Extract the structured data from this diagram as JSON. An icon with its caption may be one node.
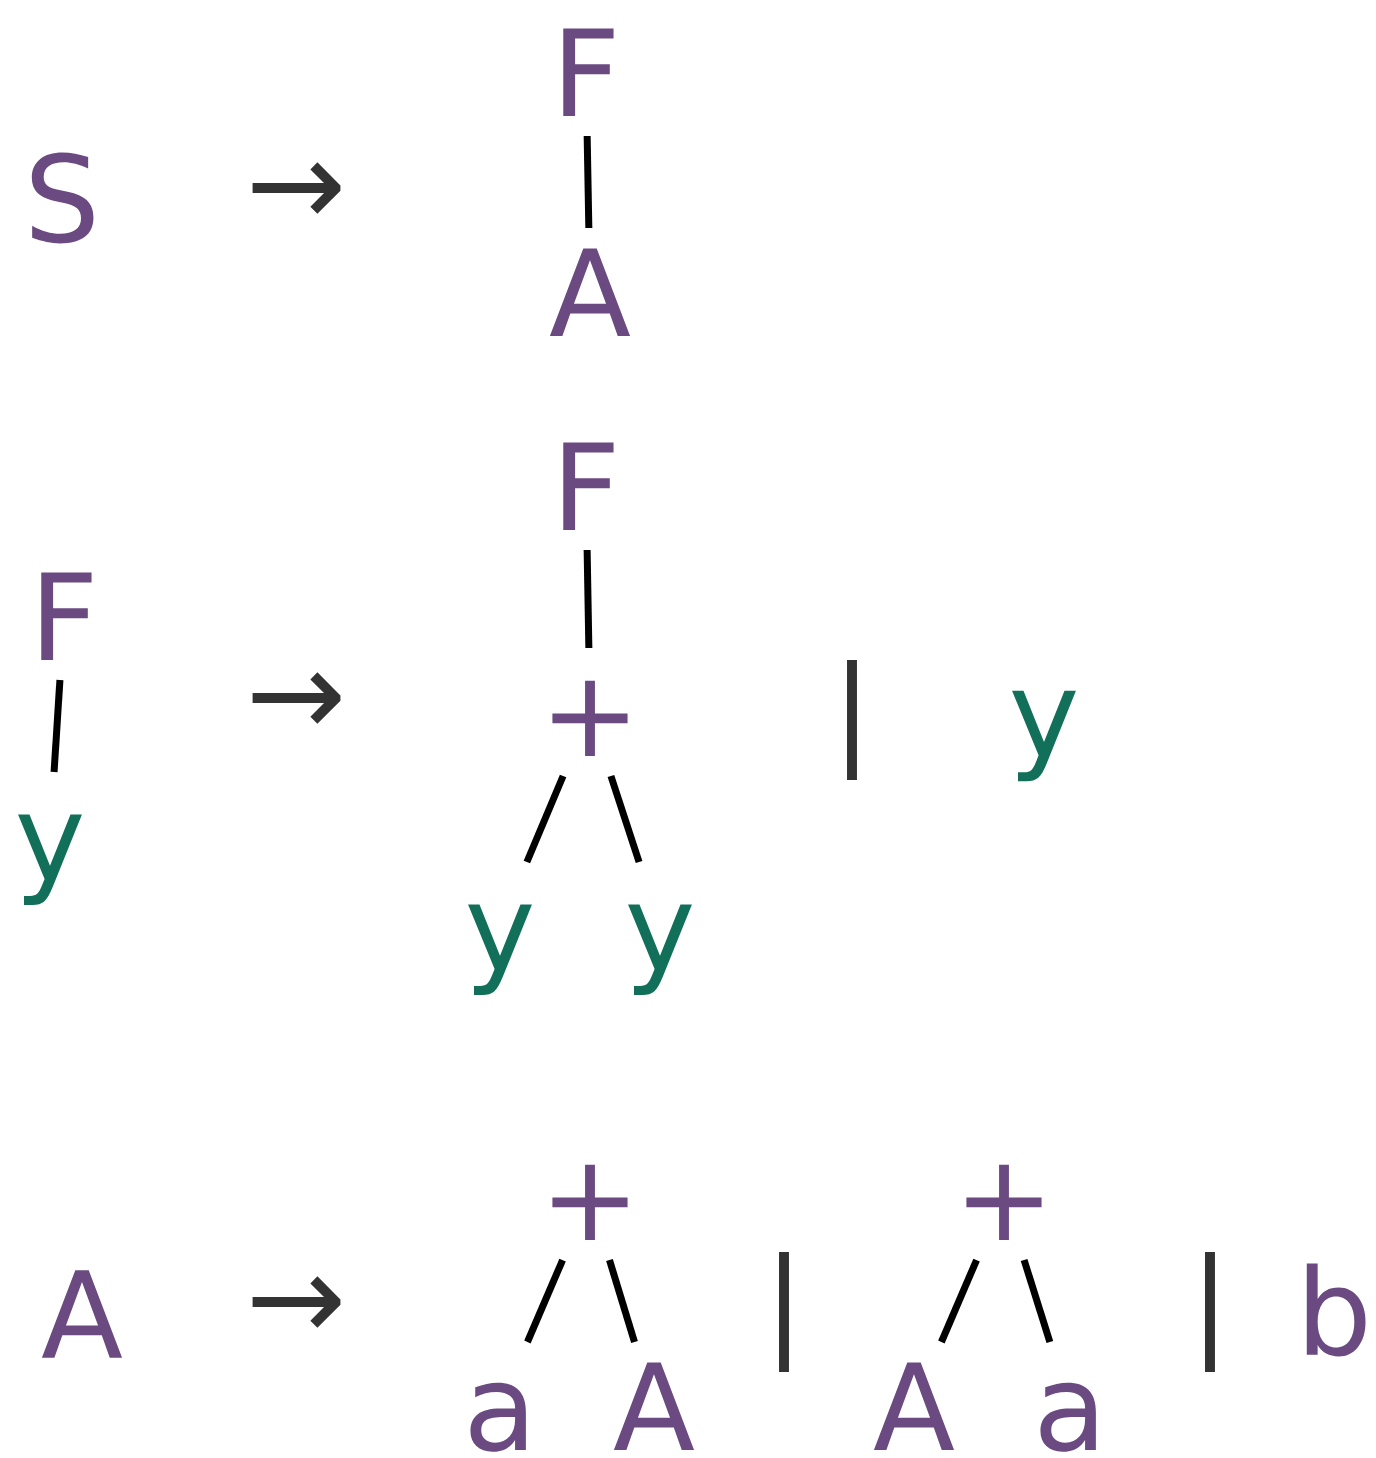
{
  "diagram": {
    "nodes": [
      {
        "text": [
          "F"
        ]
      },
      {
        "text": [
          "A"
        ]
      },
      {
        "text": [
          "F"
        ]
      },
      {
        "text": [
          "y"
        ]
      },
      {
        "text": [
          "F"
        ]
      },
      {
        "text": [
          "+"
        ]
      },
      {
        "text": [
          "y"
        ]
      },
      {
        "text": [
          "y"
        ]
      },
      {
        "text": [
          "+"
        ]
      },
      {
        "text": [
          "a"
        ]
      },
      {
        "text": [
          "A"
        ]
      },
      {
        "text": [
          "+"
        ]
      },
      {
        "text": [
          "A"
        ]
      },
      {
        "text": [
          "a"
        ]
      }
    ],
    "edges": [
      {
        "from": 0,
        "to": 1,
        "arrow": "none"
      },
      {
        "from": 2,
        "to": 3,
        "arrow": "none"
      },
      {
        "from": 4,
        "to": 5,
        "arrow": "none"
      },
      {
        "from": 5,
        "to": 6,
        "arrow": "none"
      },
      {
        "from": 5,
        "to": 7,
        "arrow": "none"
      },
      {
        "from": 8,
        "to": 9,
        "arrow": "none"
      },
      {
        "from": 8,
        "to": 10,
        "arrow": "none"
      },
      {
        "from": 11,
        "to": 12,
        "arrow": "none"
      },
      {
        "from": 11,
        "to": 13,
        "arrow": "none"
      }
    ],
    "labels": [
      "S",
      "→",
      "→",
      "|",
      "y",
      "A",
      "→",
      "|",
      "|",
      "b"
    ]
  }
}
